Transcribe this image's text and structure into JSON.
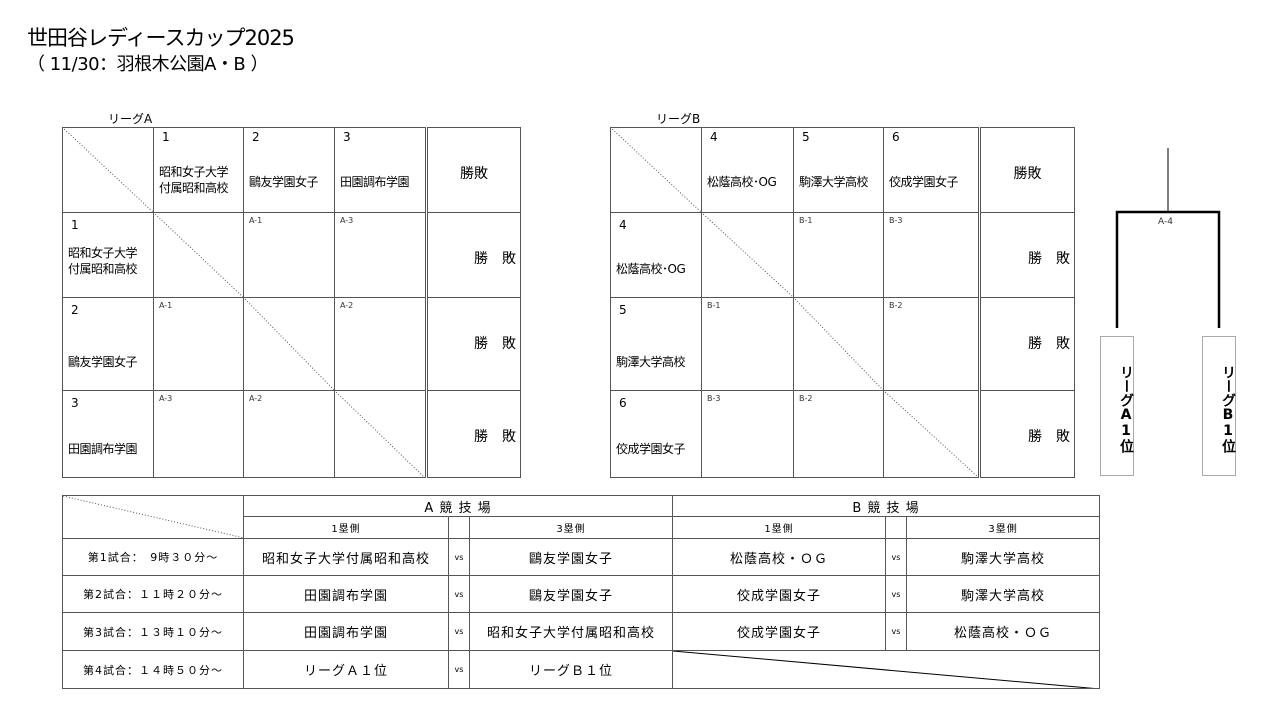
{
  "title": "世田谷レディースカップ2025",
  "subtitle": "（ 11/30：羽根木公園A・B ）",
  "result_header": "勝敗",
  "result_cell": "勝　敗",
  "leagueA": {
    "label": "リーグA",
    "teams": [
      {
        "num": "1",
        "name": "昭和女子大学\n付属昭和高校"
      },
      {
        "num": "2",
        "name": "鷗友学園女子"
      },
      {
        "num": "3",
        "name": "田園調布学園"
      }
    ],
    "codes": [
      [
        "",
        "A-1",
        "A-3"
      ],
      [
        "A-1",
        "",
        "A-2"
      ],
      [
        "A-3",
        "A-2",
        ""
      ]
    ]
  },
  "leagueB": {
    "label": "リーグB",
    "teams": [
      {
        "num": "4",
        "name": "松蔭高校･OG"
      },
      {
        "num": "5",
        "name": "駒澤大学高校"
      },
      {
        "num": "6",
        "name": "佼成学園女子"
      }
    ],
    "codes": [
      [
        "",
        "B-1",
        "B-3"
      ],
      [
        "B-1",
        "",
        "B-2"
      ],
      [
        "B-3",
        "B-2",
        ""
      ]
    ]
  },
  "bracket": {
    "match": "A-4",
    "left": "リーグA1位",
    "right": "リーグB1位"
  },
  "schedule": {
    "fieldA": "A 競 技 場",
    "fieldB": "B 競 技 場",
    "side1": "1塁側",
    "side3": "3塁側",
    "vs": "vs",
    "rows": [
      {
        "time": "第1試合：　9時３０分～",
        "a1": "昭和女子大学付属昭和高校",
        "a3": "鷗友学園女子",
        "b1": "松蔭高校・ＯＧ",
        "b3": "駒澤大学高校"
      },
      {
        "time": "第2試合：１１時２０分～",
        "a1": "田園調布学園",
        "a3": "鷗友学園女子",
        "b1": "佼成学園女子",
        "b3": "駒澤大学高校"
      },
      {
        "time": "第3試合：１３時１０分～",
        "a1": "田園調布学園",
        "a3": "昭和女子大学付属昭和高校",
        "b1": "佼成学園女子",
        "b3": "松蔭高校・ＯＧ"
      },
      {
        "time": "第4試合：１４時５０分～",
        "a1": "リーグＡ１位",
        "a3": "リーグＢ１位"
      }
    ]
  }
}
